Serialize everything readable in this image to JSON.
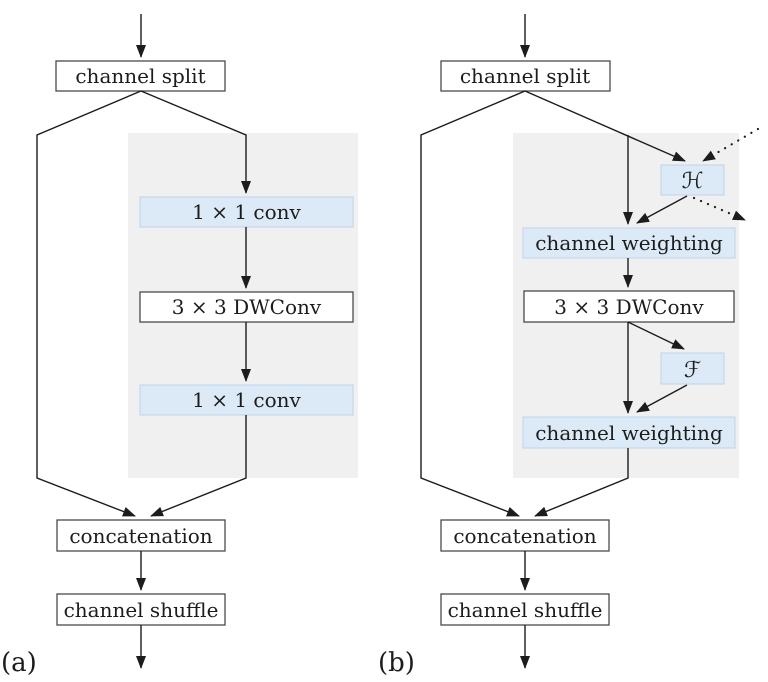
{
  "figure": {
    "type": "flow-diagram",
    "description_visible": false
  },
  "colors": {
    "background": "#ffffff",
    "region_fill": "#f0f0f0",
    "blue_fill": "#dce9f7",
    "blue_border": "#bdd3e9",
    "box_fill": "#ffffff",
    "box_border": "#4a4a4a",
    "line": "#1c1c1c",
    "text": "#1c1c1c"
  },
  "diagram_a": {
    "caption": "(a)",
    "nodes": {
      "channel_split": "channel split",
      "conv1": "1 × 1 conv",
      "dwconv": "3 × 3 DWConv",
      "conv2": "1 × 1 conv",
      "concatenation": "concatenation",
      "channel_shuffle": "channel shuffle"
    }
  },
  "diagram_b": {
    "caption": "(b)",
    "nodes": {
      "channel_split": "channel split",
      "h_function": "ℋ",
      "channel_weighting_1": "channel weighting",
      "dwconv": "3 × 3 DWConv",
      "f_function": "ℱ",
      "channel_weighting_2": "channel weighting",
      "concatenation": "concatenation",
      "channel_shuffle": "channel shuffle"
    }
  }
}
